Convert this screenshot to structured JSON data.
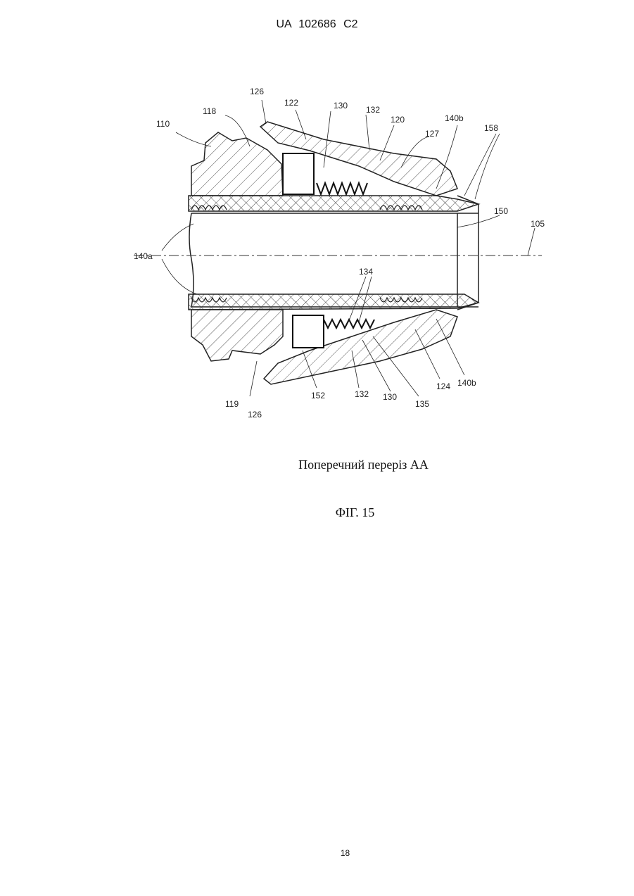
{
  "header": {
    "patent_number": "UA   102686   C2"
  },
  "figure": {
    "labels": {
      "l110": "110",
      "l118": "118",
      "l126a": "126",
      "l122": "122",
      "l130a": "130",
      "l132a": "132",
      "l120": "120",
      "l127": "127",
      "l140b_top": "140b",
      "l158": "158",
      "l150": "150",
      "l105": "105",
      "l140a": "140a",
      "l134": "134",
      "l119": "119",
      "l126b": "126",
      "l152": "152",
      "l132b": "132",
      "l130b": "130",
      "l135": "135",
      "l124": "124",
      "l140b_bottom": "140b"
    }
  },
  "caption": {
    "section": "Поперечний переріз АА",
    "figure": "ФІГ. 15"
  },
  "page_number": "18"
}
